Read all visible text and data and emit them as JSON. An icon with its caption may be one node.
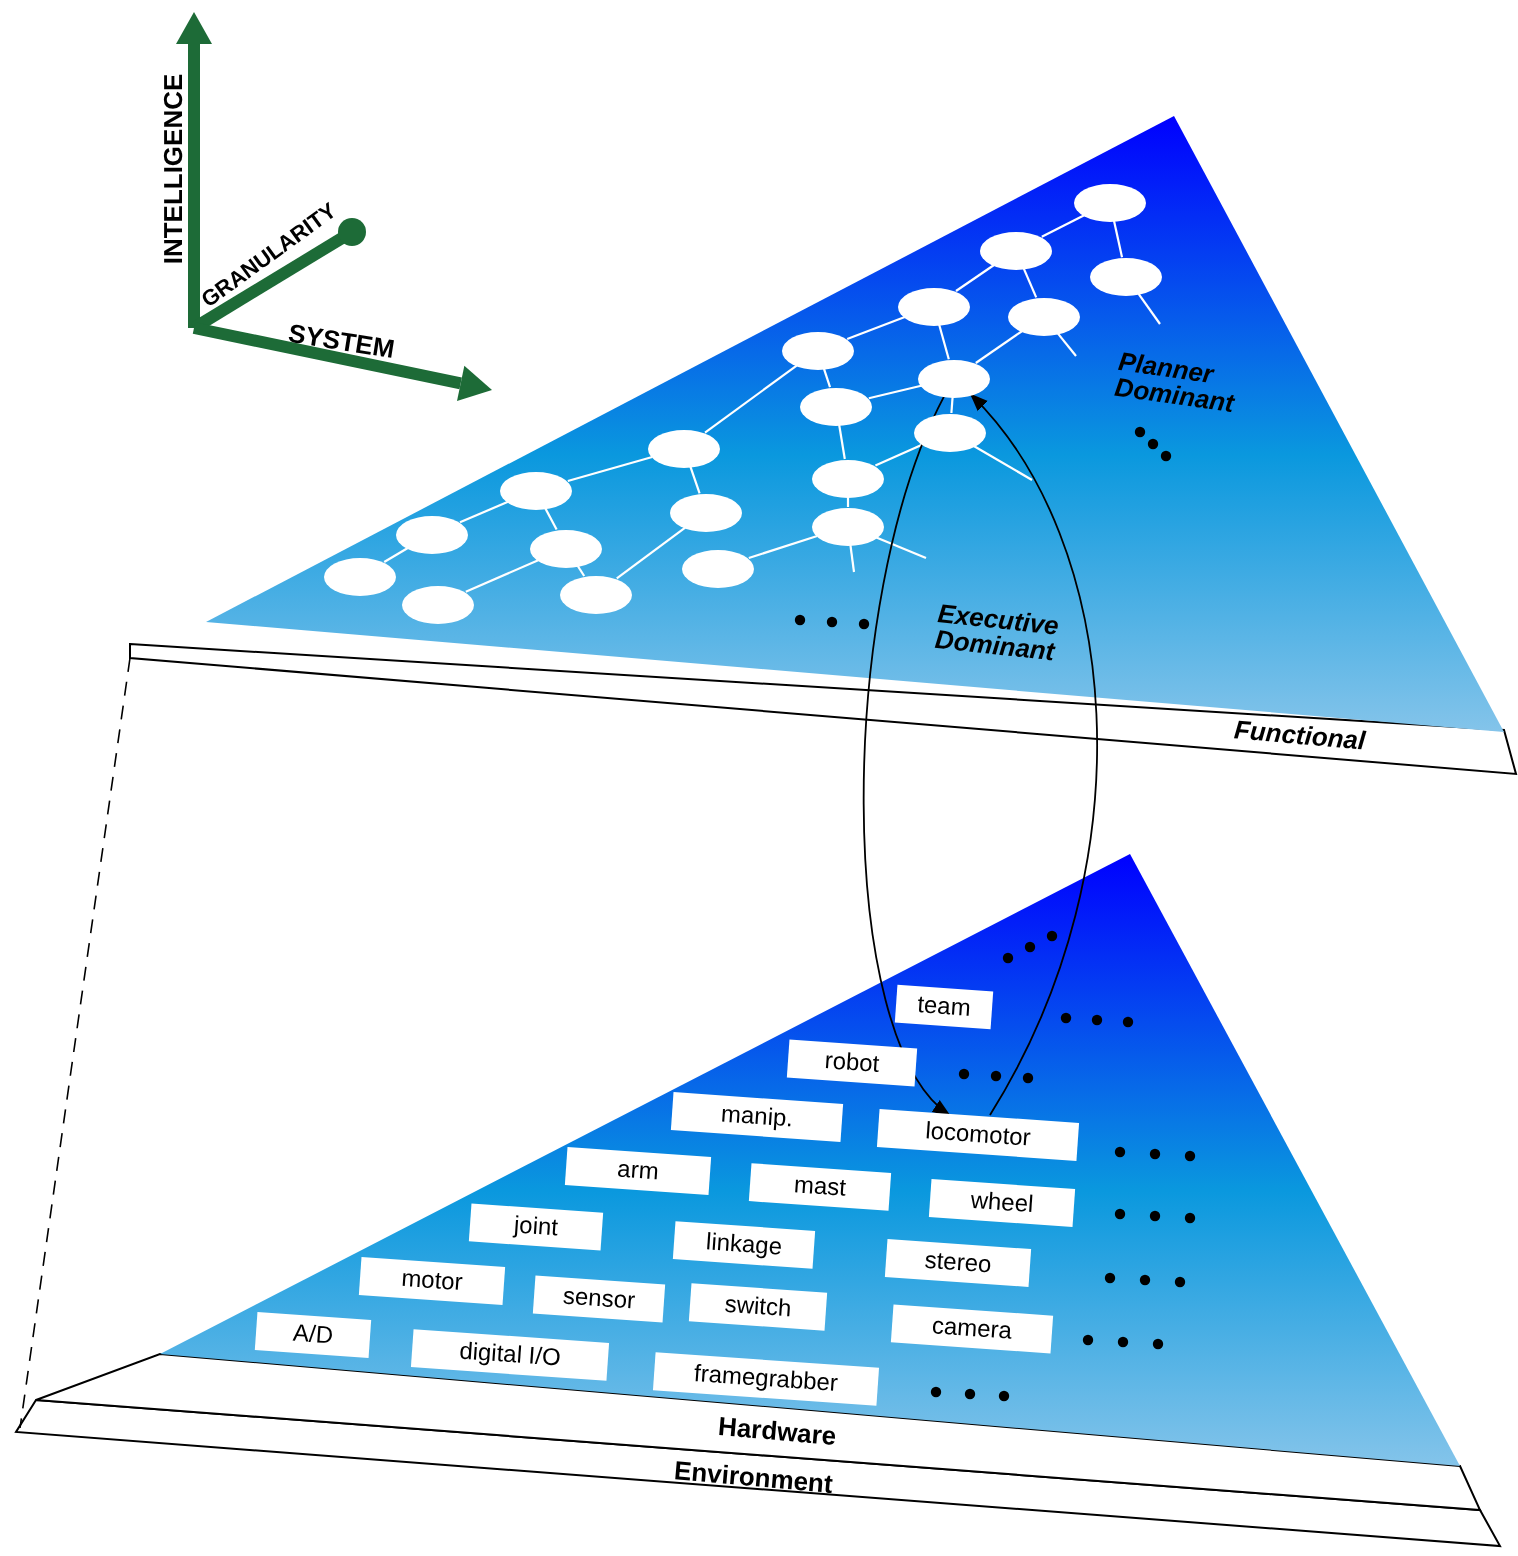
{
  "diagram": {
    "nodes": [
      {
        "text": [],
        "shape": "ellipse"
      },
      {
        "text": [],
        "shape": "ellipse"
      },
      {
        "text": [],
        "shape": "ellipse"
      },
      {
        "text": [],
        "shape": "ellipse"
      },
      {
        "text": [],
        "shape": "ellipse"
      },
      {
        "text": [],
        "shape": "ellipse"
      },
      {
        "text": [],
        "shape": "ellipse"
      },
      {
        "text": [],
        "shape": "ellipse"
      },
      {
        "text": [],
        "shape": "ellipse"
      },
      {
        "text": [],
        "shape": "ellipse"
      },
      {
        "text": [],
        "shape": "ellipse"
      },
      {
        "text": [],
        "shape": "ellipse"
      },
      {
        "text": [],
        "shape": "ellipse"
      },
      {
        "text": [],
        "shape": "ellipse"
      },
      {
        "text": [],
        "shape": "ellipse"
      },
      {
        "text": [],
        "shape": "ellipse"
      },
      {
        "text": [],
        "shape": "ellipse"
      },
      {
        "text": [],
        "shape": "ellipse"
      },
      {
        "text": [],
        "shape": "ellipse"
      },
      {
        "text": [],
        "shape": "ellipse"
      },
      {
        "text": [
          "team"
        ]
      },
      {
        "text": [
          "robot"
        ]
      },
      {
        "text": [
          "manip."
        ]
      },
      {
        "text": [
          "locomotor"
        ]
      },
      {
        "text": [
          "arm"
        ]
      },
      {
        "text": [
          "mast"
        ]
      },
      {
        "text": [
          "wheel"
        ]
      },
      {
        "text": [
          "joint"
        ]
      },
      {
        "text": [
          "linkage"
        ]
      },
      {
        "text": [
          "stereo"
        ]
      },
      {
        "text": [
          "motor"
        ]
      },
      {
        "text": [
          "sensor"
        ]
      },
      {
        "text": [
          "switch"
        ]
      },
      {
        "text": [
          "camera"
        ]
      },
      {
        "text": [
          "A/D"
        ]
      },
      {
        "text": [
          "digital I/O"
        ]
      },
      {
        "text": [
          "framegrabber"
        ]
      }
    ],
    "edges": [
      {
        "from": 0,
        "to": 1,
        "arrow": "none"
      },
      {
        "from": 0,
        "to": 2,
        "arrow": "none"
      },
      {
        "from": 2,
        "to": null,
        "arrow": "none"
      },
      {
        "from": 1,
        "to": 3,
        "arrow": "none"
      },
      {
        "from": 1,
        "to": 4,
        "arrow": "none"
      },
      {
        "from": 4,
        "to": null,
        "arrow": "none"
      },
      {
        "from": 3,
        "to": 5,
        "arrow": "none"
      },
      {
        "from": 3,
        "to": 6,
        "arrow": "none"
      },
      {
        "from": 4,
        "to": 6,
        "arrow": "none"
      },
      {
        "from": 5,
        "to": 7,
        "arrow": "none"
      },
      {
        "from": 5,
        "to": 9,
        "arrow": "none"
      },
      {
        "from": 7,
        "to": 6,
        "arrow": "none"
      },
      {
        "from": 6,
        "to": 8,
        "arrow": "none"
      },
      {
        "from": 8,
        "to": null,
        "arrow": "none"
      },
      {
        "from": 8,
        "to": 10,
        "arrow": "none"
      },
      {
        "from": 7,
        "to": 10,
        "arrow": "none"
      },
      {
        "from": 10,
        "to": 13,
        "arrow": "none"
      },
      {
        "from": 13,
        "to": null,
        "arrow": "none"
      },
      {
        "from": 13,
        "to": null,
        "arrow": "none"
      },
      {
        "from": 13,
        "to": 16,
        "arrow": "none"
      },
      {
        "from": 9,
        "to": 11,
        "arrow": "none"
      },
      {
        "from": 9,
        "to": 12,
        "arrow": "none"
      },
      {
        "from": 12,
        "to": 19,
        "arrow": "none"
      },
      {
        "from": 11,
        "to": 14,
        "arrow": "none"
      },
      {
        "from": 11,
        "to": 15,
        "arrow": "none"
      },
      {
        "from": 15,
        "to": 19,
        "arrow": "none"
      },
      {
        "from": 14,
        "to": 17,
        "arrow": "none"
      },
      {
        "from": 15,
        "to": 18,
        "arrow": "none"
      },
      {
        "from": 6,
        "to": 23,
        "arrow": "to",
        "color": "#000000"
      },
      {
        "from": 23,
        "to": 6,
        "arrow": "to",
        "color": "#000000"
      }
    ],
    "labels": [
      "INTELLIGENCE",
      "GRANULARITY",
      "SYSTEM",
      "Planner Dominant",
      "Executive Dominant",
      "Functional",
      "Hardware",
      "Environment"
    ]
  }
}
